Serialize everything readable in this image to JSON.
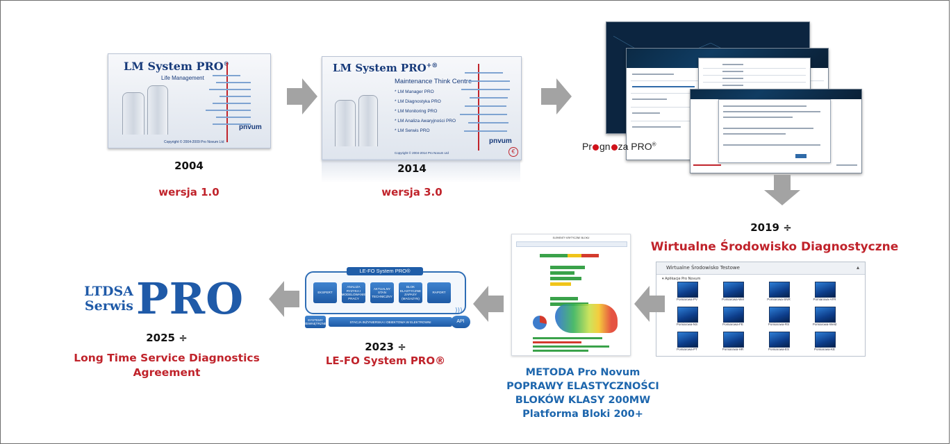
{
  "colors": {
    "red": "#c0232b",
    "blue": "#1d66ad",
    "arrow": "#a3a3a3"
  },
  "v1": {
    "product_title": "LM System PRO",
    "reg": "®",
    "subtitle": "Life Management",
    "copyright": "Copyright © 2004-2009 Pro Novum Ltd",
    "logo": "pnvum",
    "year": "2004",
    "version": "wersja 1.0"
  },
  "v3": {
    "product_title": "LM System PRO",
    "plus_reg": "+®",
    "subtitle": "Maintenance Think Centre",
    "menu": [
      "* LM Manager PRO",
      "* LM Diagnostyka PRO",
      "* LM Monitoring PRO",
      "* LM Analiza Awaryjności PRO",
      "* LM Serwis PRO"
    ],
    "copyright": "Copyright © 2004-2014 Pro Novum Ltd",
    "logo": "pnvum",
    "year": "2014",
    "version": "wersja 3.0"
  },
  "prognoza": {
    "logo_pre": "Pr",
    "logo_mid": "gn",
    "logo_post": "za  PRO",
    "reg": "®"
  },
  "wsd": {
    "year": "2019 ÷",
    "title": "Wirtualne Środowisko Diagnostyczne",
    "panel_title": "Wirtualne Środowisko Testowe",
    "group_label": "▾ Aplikacje Pro Novum",
    "tiles": [
      "Pomiarowa-PV",
      "Pomiarowa-Wel",
      "Pomiarowa-SNR",
      "Pomiarowa-AFR",
      "Pomiarowa-NS",
      "Pomiarowa-FE",
      "Pomiarowa-RS",
      "Pomiarowa-Weld",
      "Pomiarowa-PT",
      "Pomiarowa-HR",
      "Pomiarowa-ES",
      "Pomiarowa-KE"
    ]
  },
  "metoda": {
    "lines": [
      "METODA Pro Novum",
      "POPRAWY ELASTYCZNOŚCI",
      "BLOKÓW KLASY 200MW",
      "Platforma Bloki 200+"
    ],
    "report_title": "ELEMENTY KRYTYCZNE BLOKU"
  },
  "lefo": {
    "header": "LE-FO System PRO®",
    "modules": [
      "EKSPERT",
      "ANALIZA RYZYKA I MODELOWANIE PRACY",
      "AKTUALNY STAN TECHNICZNY",
      "BLOK ELASTYCZNE ZAPASY (MAGAZYN)",
      "RAPORT"
    ],
    "left_box": "SYSTEMY ZEWNĘTRZNE",
    "strip": "STACJA INŻYNIERSKA I OBIEKTOWA W ELEKTROWNI",
    "api": "API",
    "year": "2023 ÷",
    "title": "LE-FO System PRO®"
  },
  "ltdsa": {
    "line1": "LTDSA",
    "line2": "Serwis",
    "big": "PRO",
    "year": "2025 ÷",
    "title1": "Long Time Service Diagnostics",
    "title2": "Agreement"
  }
}
